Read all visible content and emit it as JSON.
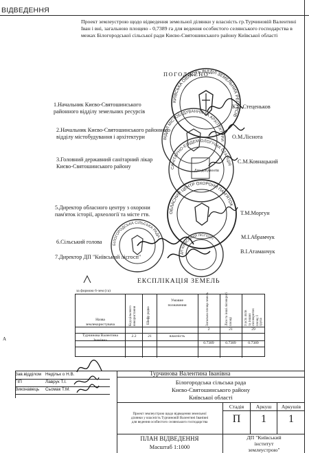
{
  "header": {
    "section": "ВІДВЕДЕННЯ"
  },
  "project": {
    "title": "Проект землеустрою щодо відведення земельної ділянки у власність гр.Турчиновій Валентині Іван і вні, загальною площею - 0,7389 га для ведення особистого селянського господарства в межах Білогородської сільської ради  Києво-Святошинського району Київської області"
  },
  "approvals": {
    "heading": "ПОГОДЖЕНО",
    "items": [
      {
        "position": "1.Начальник Києво-Святошинського\nрайонного відділу земельних ресурсів",
        "name": "К.П.Стеценьков"
      },
      {
        "position": "2.Начальник Києво-Святошинського районного\nвідділу містобудування і архітектури",
        "name": "О.М.Ліснота"
      },
      {
        "position": "3.Головний державний санітарний лікар\nКиєво-Святошинського району",
        "name": "С.М.Ковнацький"
      },
      {
        "position": "5.Директор обласного центру з охорони\nпам'яток історії, археології та місте гтв.",
        "name": "Т.М.Моргун"
      },
      {
        "position": "6.Сільський голова",
        "name": "М.І.Абрамчук"
      },
      {
        "position": "7.Директор ДП \"Київський лісгосп\"",
        "name": "В.І.Атаманчук"
      }
    ]
  },
  "stamps": {
    "stamp_1": "КИЇВСЬКА ОБЛАСТЬ ВІДДІЛ ЗЕМЕЛЬНИХ РЕСУРСІВ",
    "stamp_2": "ВІДДІЛ МІСТОБУДУВАННЯ ТА АРХІТЕКТУРИ",
    "stamp_3": "САНІТАРНО-ЕПІДЕМІОЛОГІЧНА СТАНЦІЯ",
    "stamp_4": "ОБЛАСНИЙ ЦЕНТР ОХОРОНИ ПАМ'ЯТОК",
    "stamp_5": "БІЛОГОРОДСЬКА СІЛЬСЬКА РАДА",
    "stamp_6": "ДП КИЇВСЬКИЙ ЛІСГОСП",
    "center_mark": "Для документів"
  },
  "explication": {
    "title": "ЕКСПЛІКАЦІЯ ЗЕМЕЛЬ",
    "form_note": "за формою 6-зем (га)",
    "headers": {
      "owner": "Назва\nземлекористувача",
      "code": "Код цільового\nвикористання",
      "cipher": "Шифр рядка",
      "conditional": "Умовне\nпозначення",
      "total": "Загальна площа земель",
      "agri": "Ліси та інші лісовкриті\nплощі",
      "forest": "З усіх лісів та інших\nлісовкритих площ: І\nгрупа"
    },
    "column_numbers": [
      "2",
      "21",
      "29"
    ],
    "rows": [
      {
        "owner": "Турчинова Валентина\nІванівна",
        "code": "2.2",
        "cipher": "21",
        "conditional": "власність",
        "total": "0.7389",
        "agri": "0.7389",
        "forest": "0.7389"
      }
    ]
  },
  "side_letter": "А",
  "titleblock": {
    "staff": [
      {
        "role": "Зав.відділом",
        "name": "Недільк о Н.В."
      },
      {
        "role": "ГІП",
        "name": "Лаврук Т.І."
      },
      {
        "role": "Виконавець",
        "name": "Сьомак Т.М."
      }
    ],
    "owner_name": "Турчинова Валентина Іванівна",
    "council": "Білогородська сільська рада\nКиєво-Святошинського району\nКиївської області",
    "description": "Проект землеустрою щодо відведення земельної\nділянки у власність Турчиновій Валентині Іванівні\nдля ведення особистого   селянського господарства",
    "stage_labels": [
      "Стадія",
      "Аркуш",
      "Аркушів"
    ],
    "stage_values": [
      "П",
      "1",
      "1"
    ],
    "drawing_title": "ПЛАН ВІДВЕДЕННЯ",
    "scale": "Масштаб 1:1000",
    "org": "ДП \"Київський\nінститут\nземлеустрою\""
  }
}
